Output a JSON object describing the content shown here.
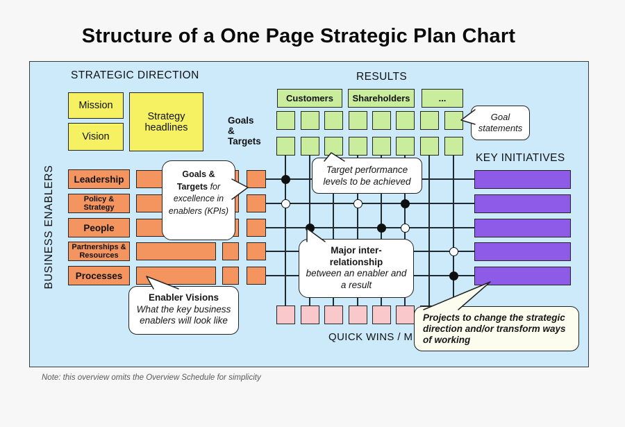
{
  "title": "Structure of a One Page Strategic Plan Chart",
  "note": "Note: this overview omits the Overview Schedule for simplicity",
  "sections": {
    "strategic_direction": "STRATEGIC DIRECTION",
    "results": "RESULTS",
    "key_initiatives": "KEY INITIATIVES",
    "business_enablers": "BUSINESS ENABLERS",
    "quick_wins_visible": "QUICK WINS / M"
  },
  "strategic_direction": {
    "mission": "Mission",
    "vision": "Vision",
    "strategy_headlines": "Strategy headlines"
  },
  "goals_targets_label": [
    "Goals",
    "&",
    "Targets"
  ],
  "results": {
    "columns": [
      "Customers",
      "Shareholders",
      "..."
    ],
    "goal_square_rows": 2,
    "goal_square_cols": 8
  },
  "enablers": {
    "items": [
      "Leadership",
      "Policy & Strategy",
      "People",
      "Partnerships & Resources",
      "Processes"
    ]
  },
  "key_initiatives": {
    "bar_count": 5
  },
  "quick_wins": {
    "square_count": 8
  },
  "diagram": {
    "matrix": {
      "rows": 5,
      "cols": 8
    },
    "dots": [
      {
        "row": 1,
        "col": 1,
        "type": "filled"
      },
      {
        "row": 2,
        "col": 1,
        "type": "open"
      },
      {
        "row": 2,
        "col": 4,
        "type": "open"
      },
      {
        "row": 2,
        "col": 6,
        "type": "filled"
      },
      {
        "row": 3,
        "col": 2,
        "type": "filled"
      },
      {
        "row": 3,
        "col": 5,
        "type": "filled"
      },
      {
        "row": 3,
        "col": 6,
        "type": "open"
      },
      {
        "row": 4,
        "col": 8,
        "type": "open"
      },
      {
        "row": 5,
        "col": 8,
        "type": "filled"
      }
    ]
  },
  "callouts": {
    "goal_statements": {
      "line1": "Goal",
      "line2": "statements"
    },
    "target_performance": {
      "line1": "Target performance",
      "line2": "levels to be achieved"
    },
    "goals_targets_kpis": {
      "bold": "Goals & Targets",
      "italic": "for excellence in enablers (KPIs)"
    },
    "major_interrelationship": {
      "bold": "Major inter-relationship",
      "italic": "between an enabler and a result"
    },
    "enabler_visions": {
      "bold": "Enabler Visions",
      "italic": "What the key business enablers will look like"
    },
    "projects": {
      "text": "Projects to change the strategic direction and/or transform ways of working"
    }
  },
  "colors": {
    "panel_blue": "#CDEAFB",
    "yellow": "#F5F163",
    "green": "#C9EC9D",
    "orange": "#F4945E",
    "purple": "#8D5BE8",
    "pink": "#F9C8CA",
    "callout_cream": "#FDFDEF",
    "line": "#1e2a30"
  }
}
